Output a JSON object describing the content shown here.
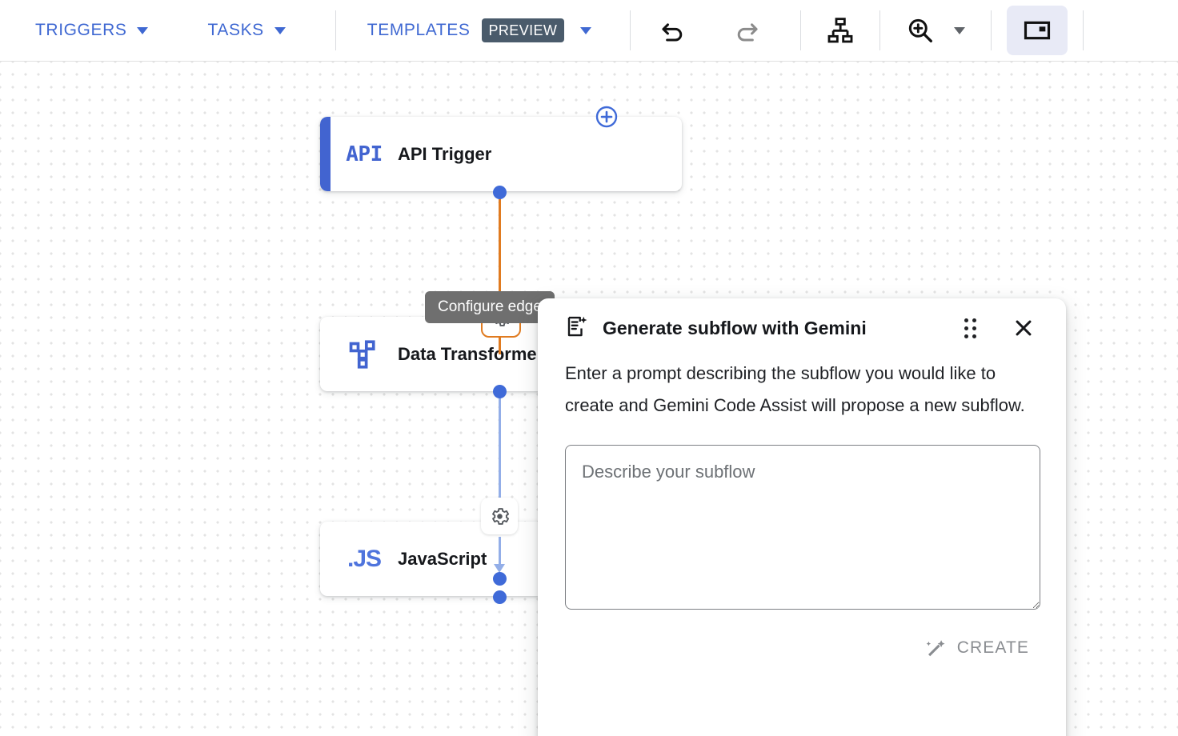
{
  "toolbar": {
    "menus": [
      {
        "label": "TRIGGERS",
        "icon": "chevron-down-icon"
      },
      {
        "label": "TASKS",
        "icon": "chevron-down-icon"
      },
      {
        "label": "TEMPLATES",
        "badge": "PREVIEW",
        "icon": "chevron-down-icon"
      }
    ],
    "actions": [
      {
        "name": "undo-icon",
        "title": "Undo"
      },
      {
        "name": "redo-icon",
        "title": "Redo"
      },
      {
        "name": "auto-layout-icon",
        "title": "Auto layout"
      },
      {
        "name": "zoom-in-icon",
        "title": "Zoom"
      },
      {
        "name": "minimap-icon",
        "title": "Toggle minimap"
      }
    ],
    "accent_color": "#3f68d2",
    "badge_bg": "#4a5b6b",
    "active_bg": "#e8eaf6"
  },
  "canvas": {
    "nodes": [
      {
        "id": "api-trigger",
        "icon_glyph": "API",
        "title": "API Trigger",
        "accent": "#4264d0",
        "has_accent_bar": true
      },
      {
        "id": "data-transformer",
        "icon_glyph": "hierarchy",
        "title": "Data Transformer",
        "accent": "#4264d0",
        "has_accent_bar": false
      },
      {
        "id": "javascript",
        "icon_glyph": ".JS",
        "title": "JavaScript",
        "accent": "#4f74dd",
        "has_accent_bar": false
      }
    ],
    "edges": [
      {
        "id": "edge-1",
        "from": "api-trigger",
        "to": "data-transformer",
        "color": "#e07b20",
        "highlighted": true,
        "gear_icon": "gear-icon"
      },
      {
        "id": "edge-2",
        "from": "data-transformer",
        "to": "javascript",
        "color": "#93aee8",
        "highlighted": false,
        "gear_icon": "gear-icon"
      }
    ],
    "add_node_icon": "plus-circle-icon",
    "tooltip": "Configure edge",
    "grid_dot_color": "#e3e3e3"
  },
  "gemini_panel": {
    "icon": "generate-document-icon",
    "title": "Generate subflow with Gemini",
    "drag_handle_icon": "drag-handle-icon",
    "close_icon": "close-icon",
    "description": "Enter a prompt describing the subflow you would like to create and Gemini Code Assist will propose a new subflow.",
    "textarea": {
      "value": "",
      "placeholder": "Describe your subflow"
    },
    "create": {
      "label": "CREATE",
      "icon": "magic-wand-icon",
      "disabled": true,
      "color": "#8a8d91"
    }
  }
}
